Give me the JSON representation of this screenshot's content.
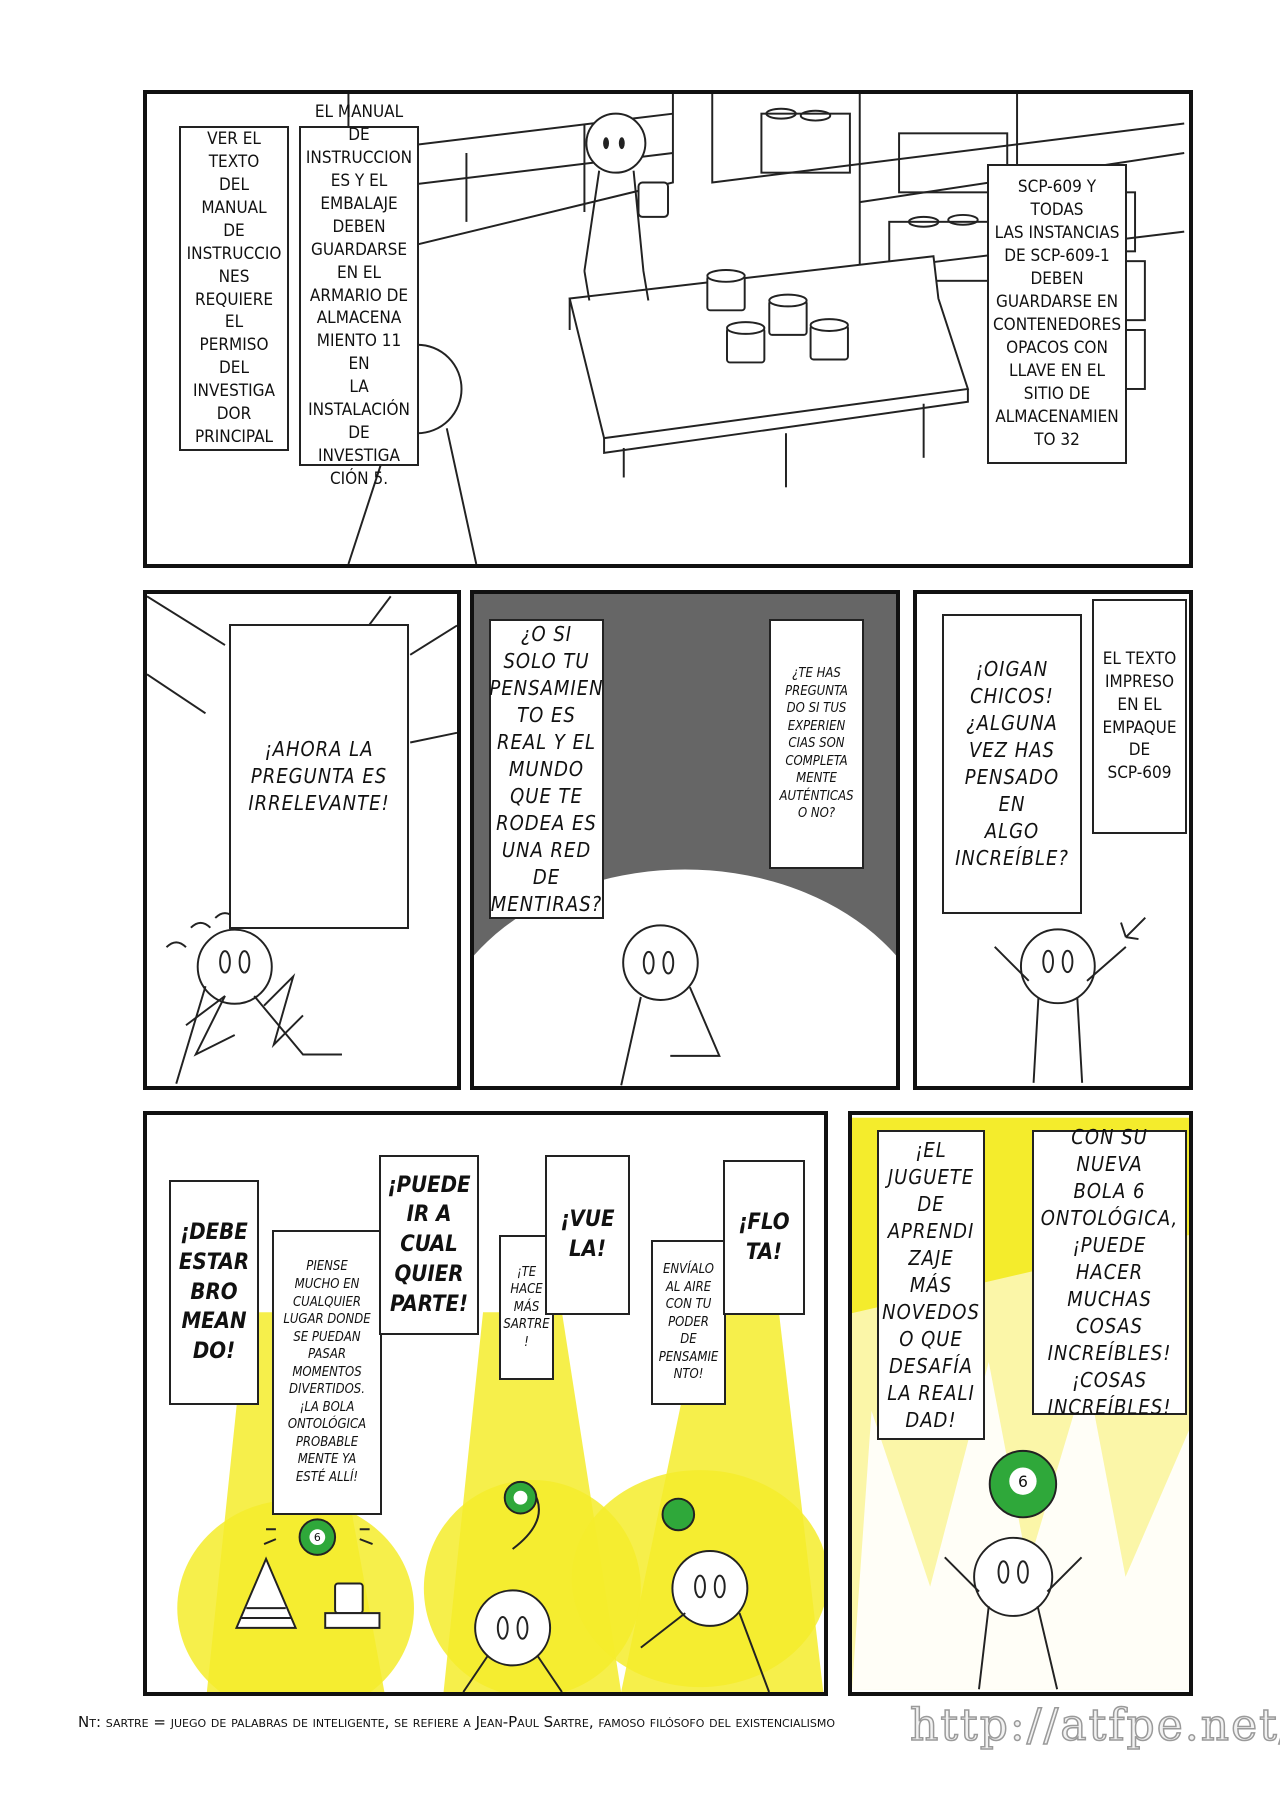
{
  "panel1": {
    "caption_left": "VER EL TEXTO\nDEL MANUAL\nDE\nINSTRUCCIO\nNES\nREQUIERE EL\nPERMISO DEL\nINVESTIGA\nDOR\nPRINCIPAL",
    "caption_middle": "EL MANUAL DE\nINSTRUCCION\nES Y EL\nEMBALAJE\nDEBEN\nGUARDARSE\nEN EL\nARMARIO DE\nALMACENA\nMIENTO 11 EN\nLA\nINSTALACIÓN\nDE INVESTIGA\nCIÓN 5.",
    "caption_right": "SCP-609 Y TODAS\nLAS INSTANCIAS\nDE SCP-609-1\nDEBEN\nGUARDARSE EN\nCONTENEDORES\nOPACOS CON\nLLAVE EN EL\nSITIO DE\nALMACENAMIEN\nTO 32"
  },
  "panel2": {
    "speech": "¡AHORA LA\nPREGUNTA ES\nIRRELEVANTE!"
  },
  "panel3": {
    "speech_large": "¿O SI\nSOLO TU\nPENSAMIEN\nTO ES\nREAL Y EL\nMUNDO\nQUE TE\nRODEA ES\nUNA RED\nDE\nMENTIRAS?",
    "speech_small": "¿TE HAS\nPREGUNTA\nDO SI TUS\nEXPERIEN\nCIAS SON\nCOMPLETA\nMENTE\nAUTÉNTICAS\nO NO?"
  },
  "panel4": {
    "speech": "¡OIGAN\nCHICOS!\n¿ALGUNA\nVEZ HAS\nPENSADO EN\nALGO\nINCREÍBLE?",
    "caption": "EL TEXTO\nIMPRESO\nEN EL\nEMPAQUE\nDE\nSCP-609"
  },
  "panel5": {
    "bold_1": "¡DEBE\nESTAR\nBRO\nMEAN\nDO!",
    "small_1": "PIENSE\nMUCHO EN\nCUALQUIER\nLUGAR DONDE\nSE PUEDAN\nPASAR\nMOMENTOS\nDIVERTIDOS.\n¡LA BOLA\nONTOLÓGICA\nPROBABLE\nMENTE YA\nESTÉ ALLÍ!",
    "bold_2": "¡PUEDE\nIR A\nCUAL\nQUIER\nPARTE!",
    "small_2": "¡TE\nHACE\nMÁS\nSARTRE\n!",
    "bold_3": "¡VUE\nLA!",
    "small_3": "ENVÍALO\nAL AIRE\nCON TU\nPODER DE\nPENSAMIE\nNTO!",
    "bold_4": "¡FLO\nTA!",
    "ball_number": "6"
  },
  "panel6": {
    "speech_left": "¡EL\nJUGUETE\nDE\nAPRENDI\nZAJE\nMÁS\nNOVEDOS\nO QUE\nDESAFÍA\nLA REALI\nDAD!",
    "speech_right": "CON SU NUEVA\nBOLA 6\nONTOLÓGICA,\n¡PUEDE HACER\nMUCHAS\nCOSAS\nINCREÍBLES!\n¡COSAS\nINCREÍBLES!",
    "ball_number": "6"
  },
  "footnote": "Nt: sartre = juego de palabras de inteligente, se refiere a Jean-Paul Sartre, famoso filósofo del existencialismo",
  "watermark": "http://atfpe.net/",
  "colors": {
    "yellow": "#f4ec2c",
    "ball_green": "#2fa83a",
    "dark_bg": "#666666"
  }
}
